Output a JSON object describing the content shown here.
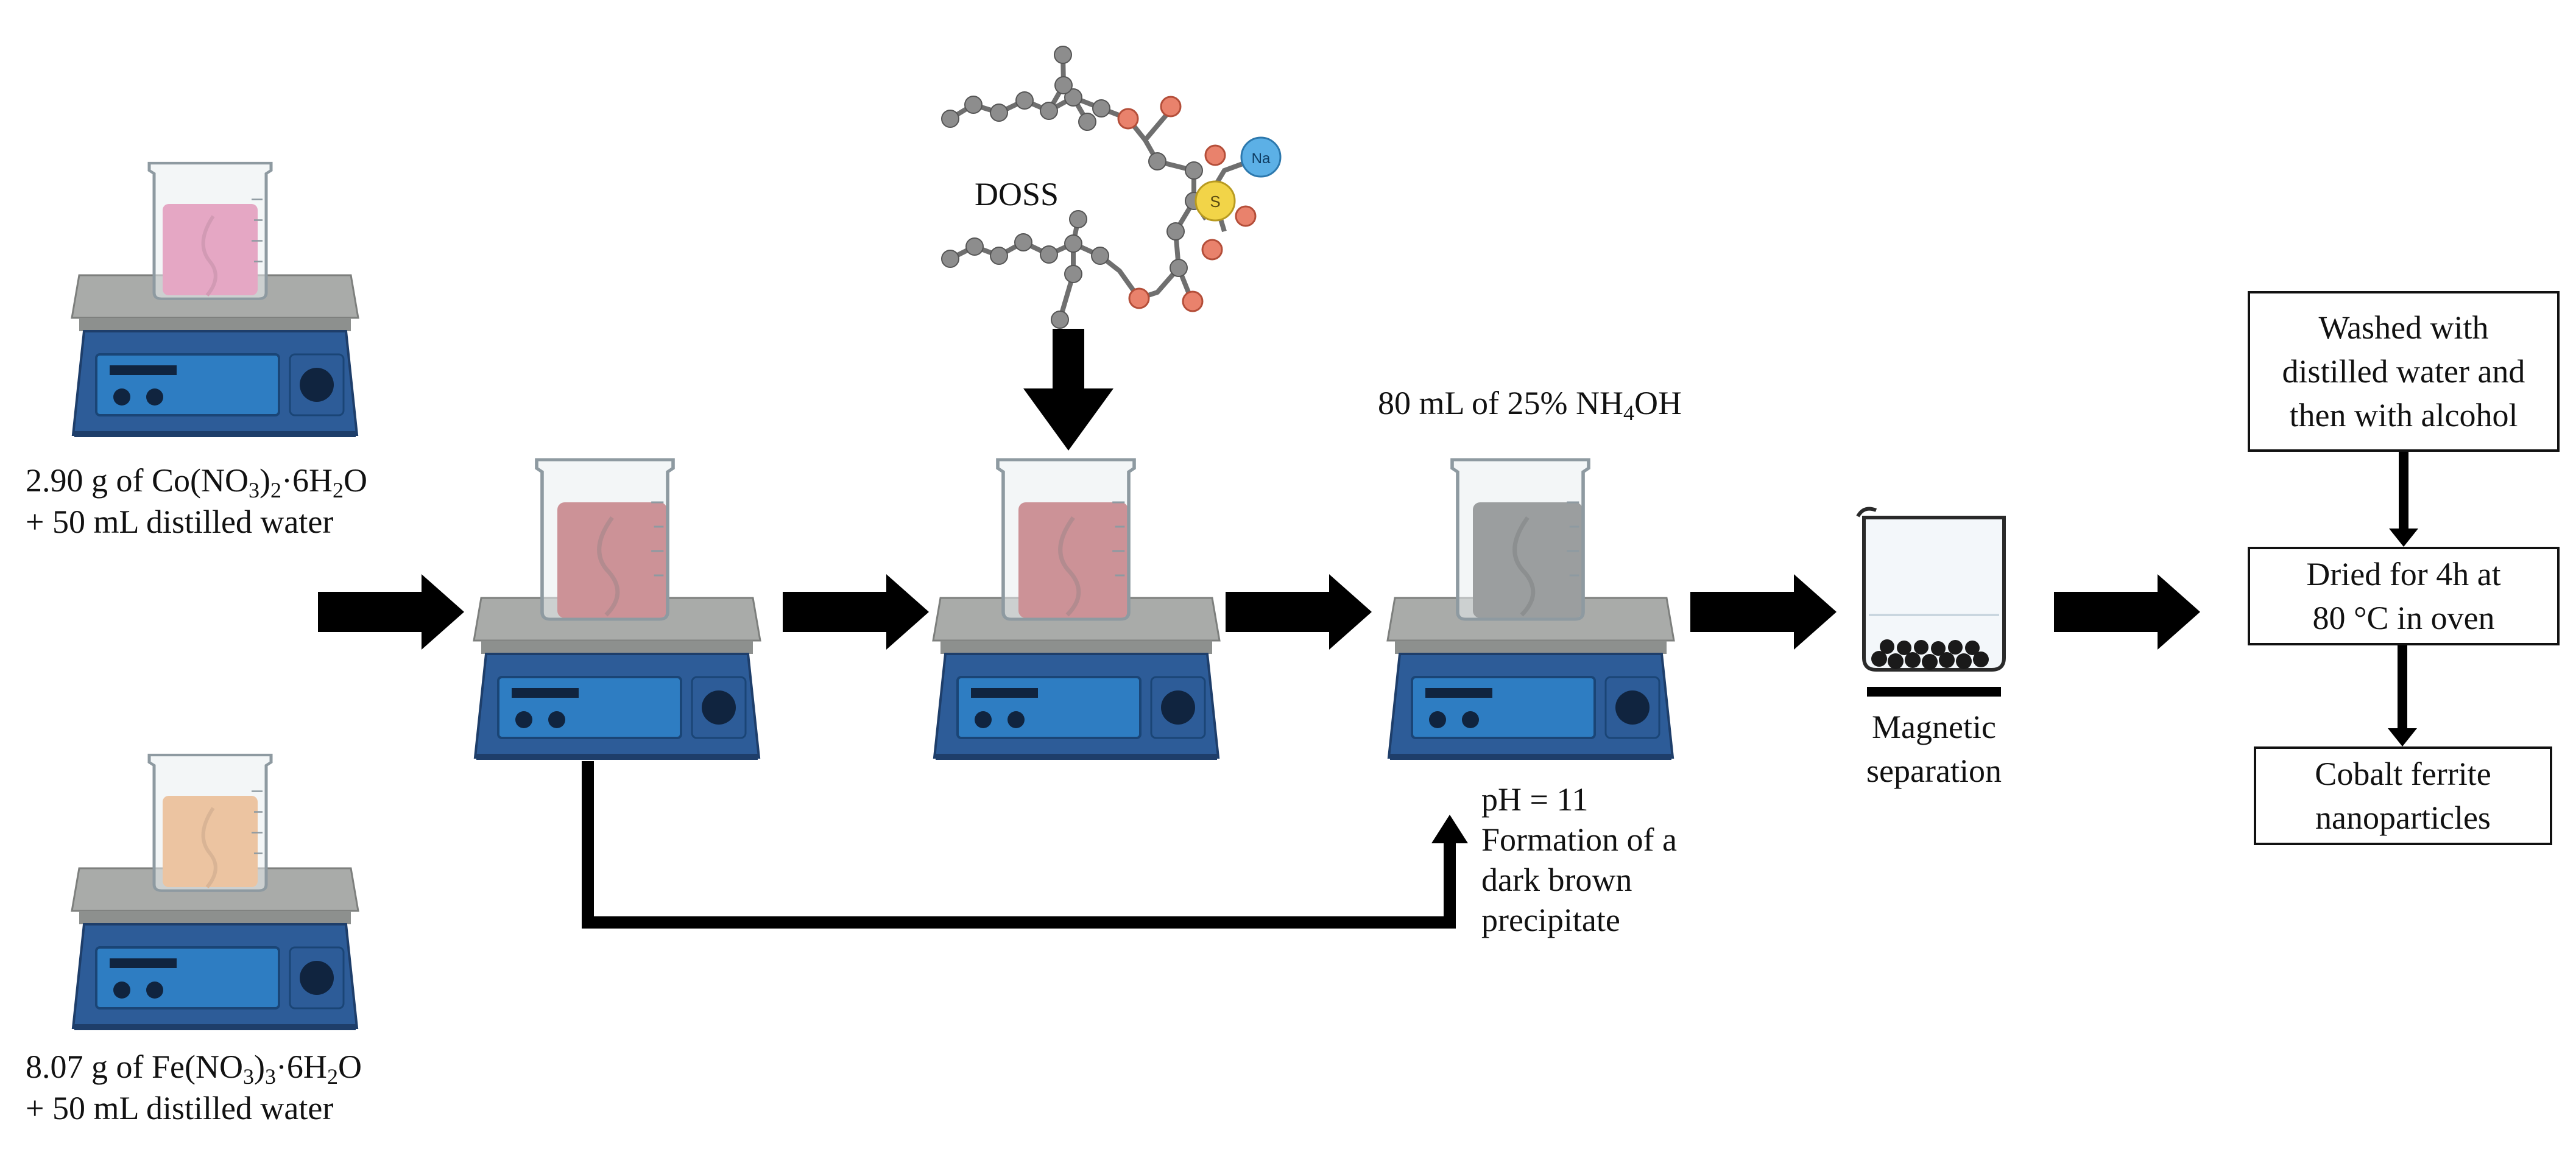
{
  "labels": {
    "co_reagent": {
      "amount": "2.90 g of Co(NO",
      "sub1": "3",
      "mid": ")",
      "sub2": "2",
      "tail": "·6H",
      "sub3": "2",
      "end": "O",
      "line2": "+ 50 mL distilled water"
    },
    "fe_reagent": {
      "amount": "8.07 g of Fe(NO",
      "sub1": "3",
      "mid": ")",
      "sub2": "3",
      "tail": "·6H",
      "sub3": "2",
      "end": "O",
      "line2": "+ 50 mL distilled water"
    },
    "surfactant": "DOSS",
    "base": {
      "text": "80 mL of 25% NH",
      "sub": "4",
      "end": "OH"
    },
    "precipitate": [
      "pH = 11",
      "Formation of a",
      "dark brown",
      "precipitate"
    ],
    "separation": [
      "Magnetic",
      "separation"
    ],
    "atom_sodium": "Na",
    "atom_sulfur": "S"
  },
  "steps": {
    "washed": [
      "Washed with",
      "distilled water and",
      "then with alcohol"
    ],
    "dried": [
      "Dried for 4h at",
      "80 °C in oven"
    ],
    "product": [
      "Cobalt ferrite",
      "nanoparticles"
    ]
  },
  "colors": {
    "cobalt_solution": "#e0508e",
    "iron_solution": "#ef9140",
    "mixed_solution": "#a8222b",
    "precipitate_solution": "#3c3c3c",
    "stirrer_body": "#2d5c98",
    "stirrer_plate": "#a9aba9",
    "carbon_atom": "#8d8d8d",
    "oxygen_atom": "#e9826c",
    "sulfur_atom": "#f2d448",
    "sodium_atom": "#5cb0e6",
    "arrow": "#000000"
  }
}
